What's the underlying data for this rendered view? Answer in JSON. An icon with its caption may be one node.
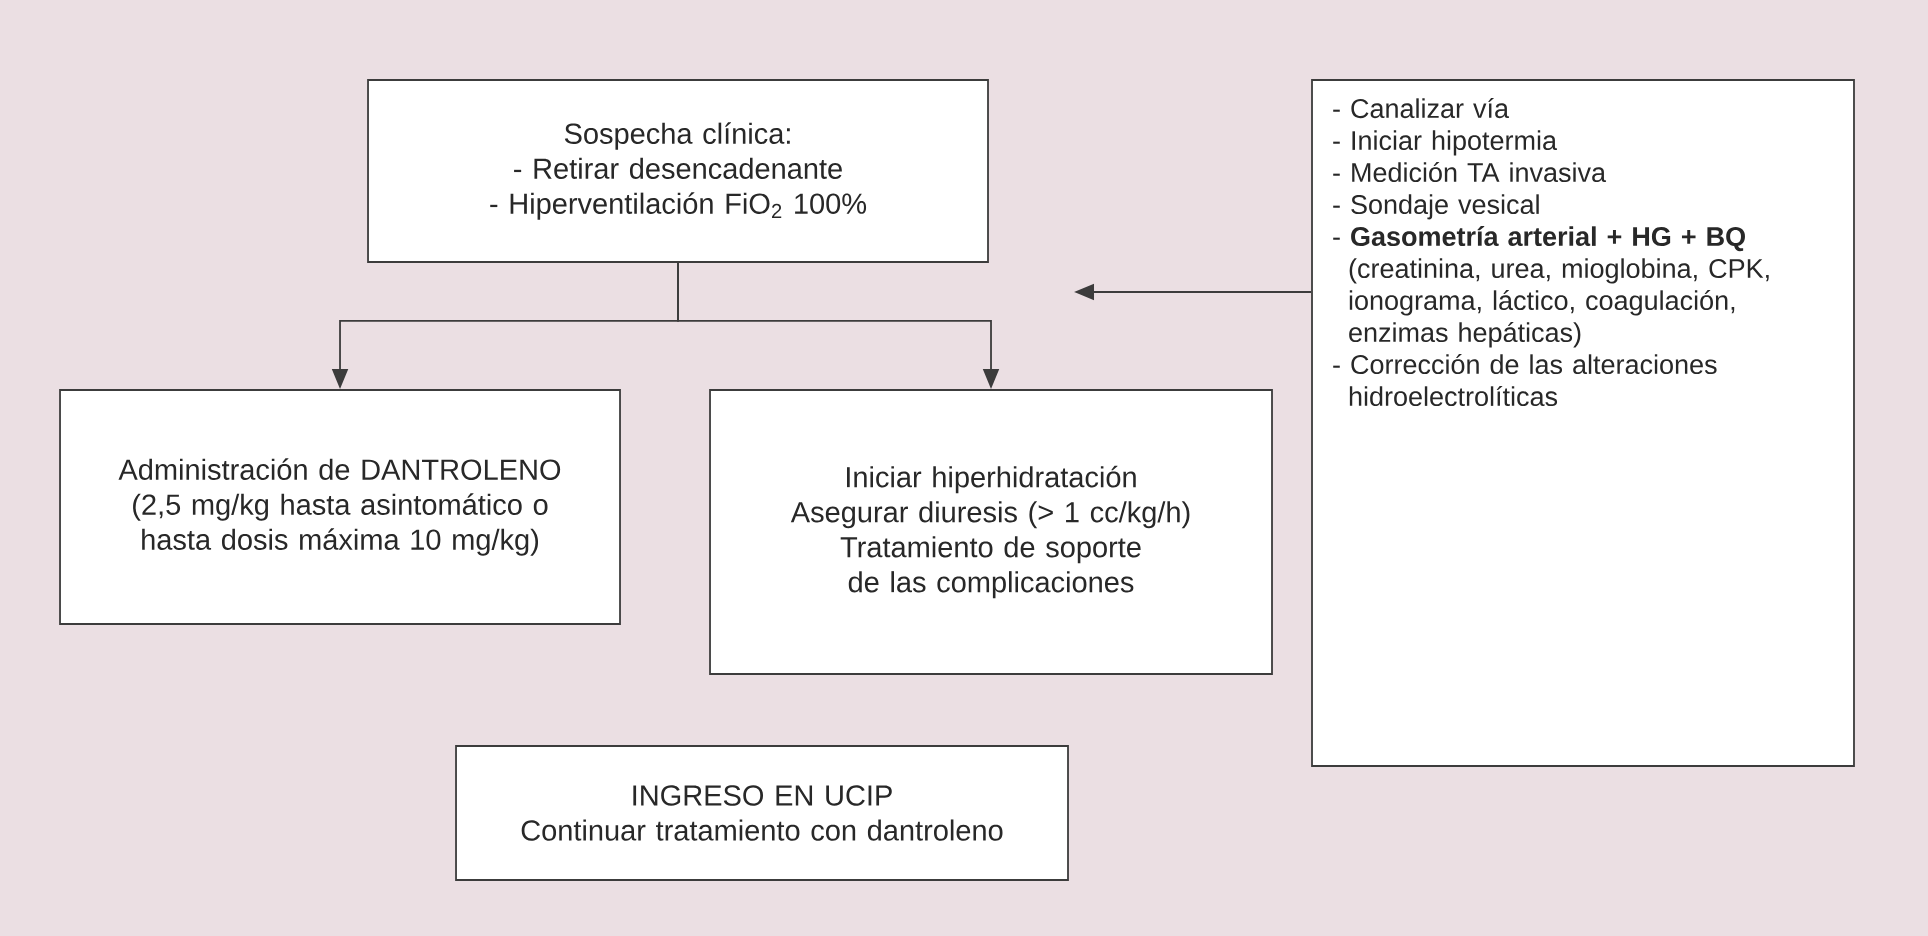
{
  "diagram": {
    "nodes": [
      {
        "text": [
          "Sospecha clínica:",
          "- Retirar desencadenante",
          "- Hiperventilación FiO$_{2}$ 100%"
        ]
      },
      {
        "text": [
          "Administración de DANTROLENO (2,5 mg/kg hasta asintomático o hasta dosis máxima 10 mg/kg)"
        ]
      },
      {
        "text": [
          "Iniciar hiperhidratación",
          "Asegurar diuresis (> 1 cc/kg/h)",
          "Tratamiento de soporte de las complicaciones"
        ]
      },
      {
        "text": [
          "INGRESO EN UCIP",
          "Continuar tratamiento con dantroleno"
        ]
      },
      {
        "text": [
          "- Canalizar vía",
          "- Iniciar hipotermia",
          "- Medición TA invasiva",
          "- Sondaje vesical",
          "- **Gasometría arterial + HG + BQ** (creatinina, urea, mioglobina, CPK, ionograma, láctico, coagulación, enzimas hepáticas)",
          "- Corrección de las alteraciones hidroelectrolíticas"
        ]
      }
    ],
    "edges": [
      {
        "from": 0,
        "to": 1,
        "arrow": "to"
      },
      {
        "from": 0,
        "to": 2,
        "arrow": "to"
      },
      {
        "from": 4,
        "to": null,
        "arrow": "to"
      }
    ]
  }
}
